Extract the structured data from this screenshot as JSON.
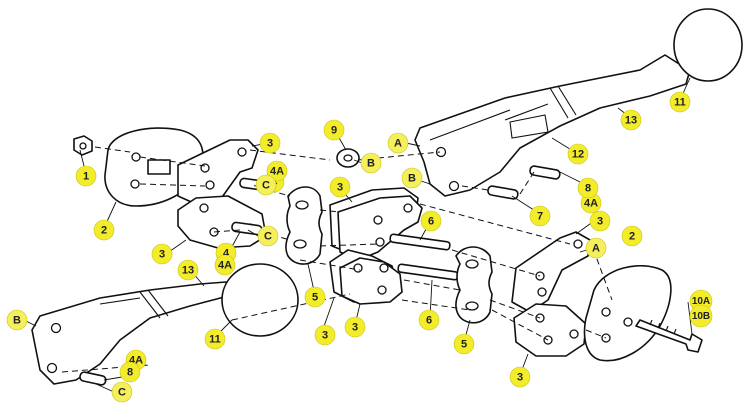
{
  "palette": {
    "callout_fill": "#f2ec2a",
    "line": "#111111",
    "background": "#ffffff"
  },
  "callouts": [
    {
      "id": "c1",
      "label": "1"
    },
    {
      "id": "c2a",
      "label": "2"
    },
    {
      "id": "c2b",
      "label": "2"
    },
    {
      "id": "c3a",
      "label": "3"
    },
    {
      "id": "c3b",
      "label": "3"
    },
    {
      "id": "c3c",
      "label": "3"
    },
    {
      "id": "c3d",
      "label": "3"
    },
    {
      "id": "c3e",
      "label": "3"
    },
    {
      "id": "c3f",
      "label": "3"
    },
    {
      "id": "c3g",
      "label": "3"
    },
    {
      "id": "c4a",
      "label": "4"
    },
    {
      "id": "c4b",
      "label": "4"
    },
    {
      "id": "c4Aa",
      "label": "4A"
    },
    {
      "id": "c4Ab",
      "label": "4A"
    },
    {
      "id": "c4Ac",
      "label": "4A"
    },
    {
      "id": "c4Ad",
      "label": "4A"
    },
    {
      "id": "c5a",
      "label": "5"
    },
    {
      "id": "c5b",
      "label": "5"
    },
    {
      "id": "c6a",
      "label": "6"
    },
    {
      "id": "c6b",
      "label": "6"
    },
    {
      "id": "c7",
      "label": "7"
    },
    {
      "id": "c8a",
      "label": "8"
    },
    {
      "id": "c8b",
      "label": "8"
    },
    {
      "id": "c9",
      "label": "9"
    },
    {
      "id": "c10A",
      "label": "10A"
    },
    {
      "id": "c10B",
      "label": "10B"
    },
    {
      "id": "c11a",
      "label": "11"
    },
    {
      "id": "c11b",
      "label": "11"
    },
    {
      "id": "c12",
      "label": "12"
    },
    {
      "id": "c13a",
      "label": "13"
    },
    {
      "id": "c13b",
      "label": "13"
    },
    {
      "id": "cAa",
      "label": "A"
    },
    {
      "id": "cAb",
      "label": "A"
    },
    {
      "id": "cBa",
      "label": "B"
    },
    {
      "id": "cBb",
      "label": "B"
    },
    {
      "id": "cBc",
      "label": "B"
    },
    {
      "id": "cCa",
      "label": "C"
    },
    {
      "id": "cCb",
      "label": "C"
    },
    {
      "id": "cCc",
      "label": "C"
    }
  ]
}
